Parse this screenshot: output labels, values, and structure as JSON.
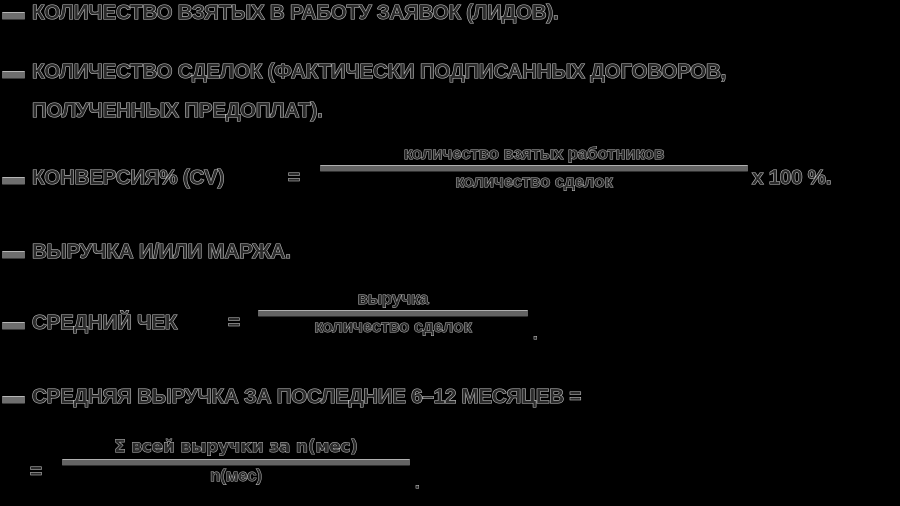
{
  "slide": {
    "background_color": "#000000",
    "text_color": "#2a2a2a",
    "text_outline_color": "#c9c9c9",
    "rule_color": "#636363"
  },
  "bullets": [
    {
      "id": "leads",
      "lines": [
        "КОЛИЧЕСТВО ВЗЯТЫХ В РАБОТУ ЗАЯВОК (ЛИДОВ)."
      ]
    },
    {
      "id": "deals",
      "lines": [
        "КОЛИЧЕСТВО СДЕЛОК (ФАКТИЧЕСКИ ПОДПИСАННЫХ ДОГОВОРОВ,",
        "ПОЛУЧЕННЫХ ПРЕДОПЛАТ)."
      ]
    },
    {
      "id": "conversion",
      "label": "КОНВЕРСИЯ% (CV)",
      "equals": "=",
      "numerator": "количество взятых работников",
      "denominator": "количество сделок",
      "tail": "x 100 %."
    },
    {
      "id": "revenue",
      "lines": [
        "ВЫРУЧКА И/ИЛИ МАРЖА."
      ]
    },
    {
      "id": "average-check",
      "label": "СРЕДНИЙ ЧЕК",
      "equals": "=",
      "numerator": "выручка",
      "denominator": "количество сделок",
      "tail": "."
    },
    {
      "id": "average-revenue",
      "label": "СРЕДНЯЯ ВЫРУЧКА ЗА ПОСЛЕДНИЕ 6–12 МЕСЯЦЕВ =",
      "equals": "=",
      "numerator": "Σ всей выручки за n(мес)",
      "denominator": "n(мес)",
      "tail": "."
    }
  ]
}
